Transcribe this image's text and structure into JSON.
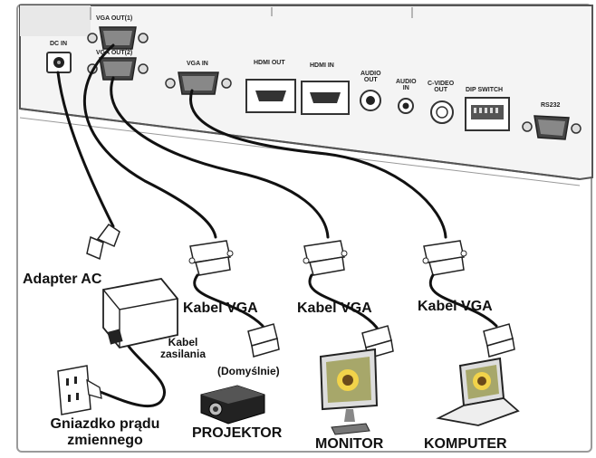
{
  "panel": {
    "ports": {
      "dc_in": "DC IN",
      "vga_out1": "VGA OUT(1)",
      "vga_out2": "VGA OUT(2)",
      "vga_in": "VGA IN",
      "hdmi_out": "HDMI OUT",
      "hdmi_in": "HDMI IN",
      "audio_out_1": "AUDIO",
      "audio_out_2": "OUT",
      "audio_in_1": "AUDIO",
      "audio_in_2": "IN",
      "cvideo_out_1": "C-VIDEO",
      "cvideo_out_2": "OUT",
      "dip_switch": "DIP SWITCH",
      "rs232": "RS232"
    }
  },
  "labels": {
    "adapter_ac": "Adapter AC",
    "kabel_zasilania_1": "Kabel",
    "kabel_zasilania_2": "zasilania",
    "kabel_vga_1": "Kabel VGA",
    "kabel_vga_2": "Kabel VGA",
    "kabel_vga_3": "Kabel VGA",
    "domyslnie": "(Domyślnie)",
    "gniazdko_1": "Gniazdko prądu",
    "gniazdko_2": "zmiennego",
    "projektor": "PROJEKTOR",
    "monitor": "MONITOR",
    "komputer": "KOMPUTER"
  },
  "colors": {
    "panel": "#f4f4f4",
    "panel_edge": "#555555",
    "cable": "#111111",
    "frame": "#9a9a9a"
  }
}
